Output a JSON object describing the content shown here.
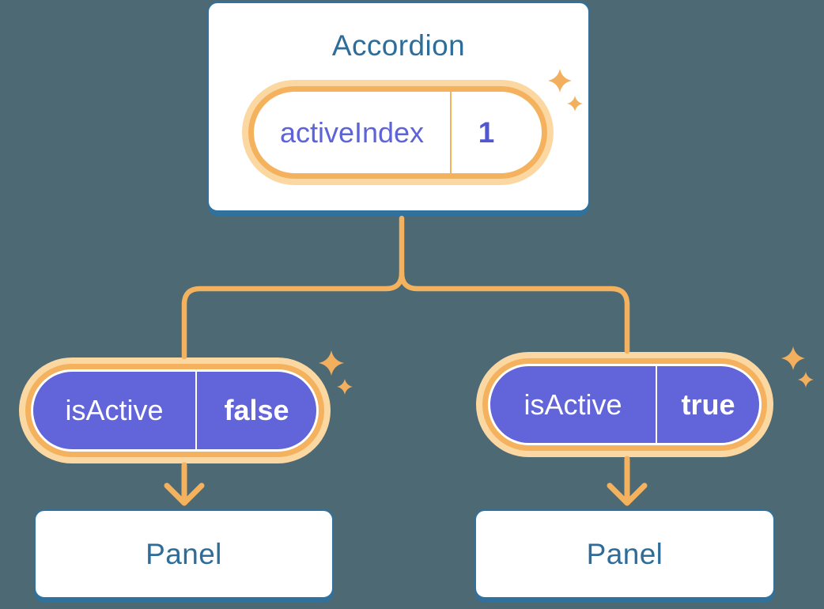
{
  "colors": {
    "background": "#4d6974",
    "card_border_blue": "#30719d",
    "heading_text_blue": "#2e6d99",
    "connector_orange": "#f5b25e",
    "ring_glow_orange": "#fbd8a2",
    "pill_purple": "#6165d9",
    "state_text_purple": "#5e64d8",
    "sparkle_orange": "#f2af5d"
  },
  "accordion": {
    "title": "Accordion",
    "state_label": "activeIndex",
    "state_value": "1"
  },
  "children": [
    {
      "prop_label": "isActive",
      "prop_value": "false",
      "panel_title": "Panel"
    },
    {
      "prop_label": "isActive",
      "prop_value": "true",
      "panel_title": "Panel"
    }
  ]
}
